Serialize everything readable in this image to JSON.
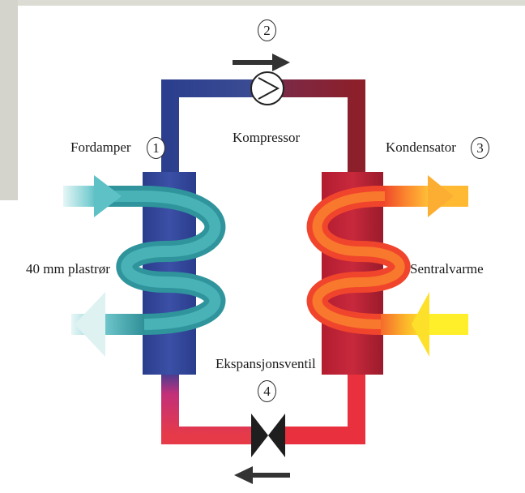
{
  "labels": {
    "fordamper": "Fordamper",
    "kompressor": "Kompressor",
    "kondensator": "Kondensator",
    "plastror": "40 mm plastrør",
    "sentralvarme": "Sentralvarme",
    "ekspansjonsventil": "Ekspansjonsventil"
  },
  "numbers": {
    "n1": "1",
    "n2": "2",
    "n3": "3",
    "n4": "4"
  },
  "colors": {
    "frame_top": "#dcdcd4",
    "frame_left": "#d4d4cc",
    "cold_pipe": "#2b3f8f",
    "hot_pipe": "#8c1f2a",
    "liquid_pipe": "#e63040",
    "brine_coil": "#3aa3a8",
    "heating_coil": "#f5502a",
    "arrow": "#333333"
  }
}
